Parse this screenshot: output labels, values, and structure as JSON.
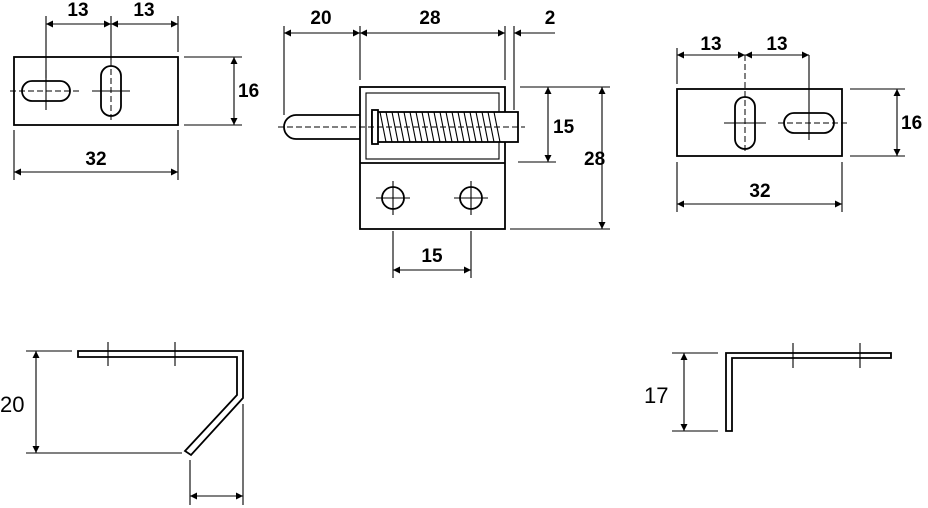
{
  "left_plate": {
    "dim_hole1": "13",
    "dim_hole2": "13",
    "dim_height": "16",
    "dim_width": "32"
  },
  "center_latch": {
    "dim_pin": "20",
    "dim_body": "28",
    "dim_gap": "2",
    "dim_spring": "15",
    "dim_height": "28",
    "dim_holes": "15"
  },
  "right_plate": {
    "dim_hole1": "13",
    "dim_hole2": "13",
    "dim_height": "16",
    "dim_width": "32"
  },
  "left_bracket": {
    "dim_height": "20"
  },
  "right_bracket": {
    "dim_height": "17"
  },
  "colors": {
    "line": "#000000",
    "background": "#ffffff"
  }
}
